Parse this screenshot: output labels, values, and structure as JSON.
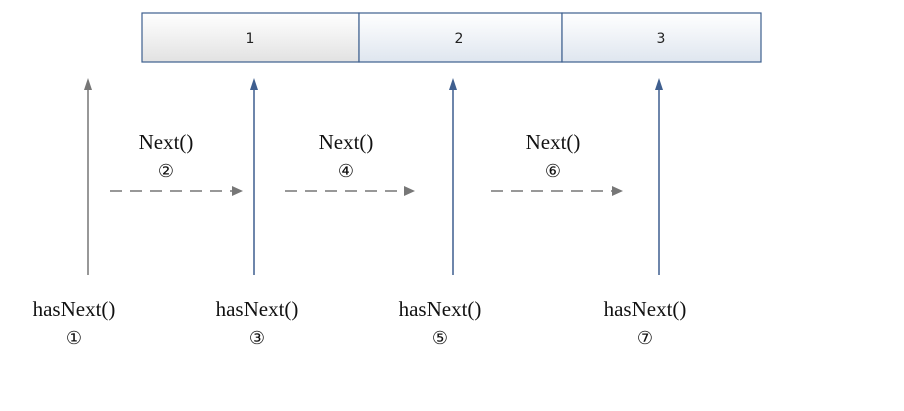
{
  "cells": [
    {
      "label": "1",
      "fill_top": "#ffffff",
      "fill_bottom": "#e2e2e2"
    },
    {
      "label": "2",
      "fill_top": "#ffffff",
      "fill_bottom": "#dfe6ef"
    },
    {
      "label": "3",
      "fill_top": "#ffffff",
      "fill_bottom": "#dfe6ef"
    }
  ],
  "cell_border_color": "#3d5f8e",
  "has_next_calls": [
    {
      "label": "hasNext()",
      "step": "①",
      "arrow_color": "#777777"
    },
    {
      "label": "hasNext()",
      "step": "③",
      "arrow_color": "#3f5f8f"
    },
    {
      "label": "hasNext()",
      "step": "⑤",
      "arrow_color": "#3f5f8f"
    },
    {
      "label": "hasNext()",
      "step": "⑦",
      "arrow_color": "#3f5f8f"
    }
  ],
  "next_calls": [
    {
      "label": "Next()",
      "step": "②"
    },
    {
      "label": "Next()",
      "step": "④"
    },
    {
      "label": "Next()",
      "step": "⑥"
    }
  ],
  "next_arrow_color": "#777777"
}
